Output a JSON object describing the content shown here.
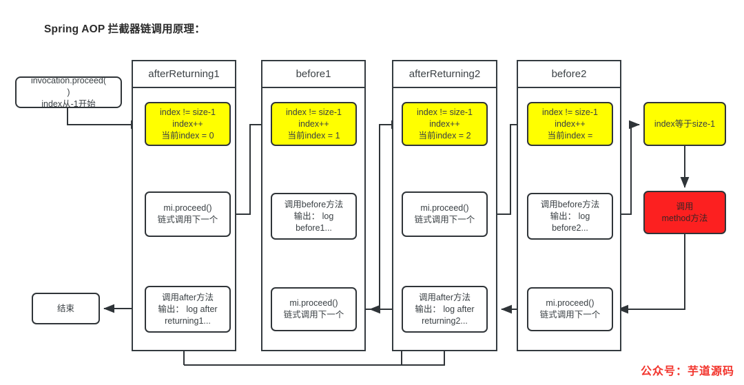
{
  "title": "Spring AOP 拦截器链调用原理：",
  "watermark": "公众号：芋道源码",
  "colors": {
    "condition_fill": "#ffff00",
    "terminal_fill": "#fc2020",
    "stroke": "#2f3438",
    "watermark": "#f2342c"
  },
  "lanes": [
    {
      "id": "lane-afterreturning1",
      "label": "afterReturning1"
    },
    {
      "id": "lane-before1",
      "label": "before1"
    },
    {
      "id": "lane-afterreturning2",
      "label": "afterReturning2"
    },
    {
      "id": "lane-before2",
      "label": "before2"
    }
  ],
  "nodes": {
    "entry": "invocation.proceed(\n)\nindex从-1开始",
    "end": "结束",
    "ar1_cond": "index != size-1\nindex++\n当前index = 0",
    "ar1_proceed": "mi.proceed()\n链式调用下一个",
    "ar1_after": "调用after方法\n输出： log after\nreturning1...",
    "b1_cond": "index != size-1\nindex++\n当前index = 1",
    "b1_before": "调用before方法\n输出： log\nbefore1...",
    "b1_proceed": "mi.proceed()\n链式调用下一个",
    "ar2_cond": "index != size-1\nindex++\n当前index = 2",
    "ar2_proceed": "mi.proceed()\n链式调用下一个",
    "ar2_after": "调用after方法\n输出： log after\nreturning2...",
    "b2_cond": "index != size-1\nindex++\n当前index =",
    "b2_before": "调用before方法\n输出： log\nbefore2...",
    "b2_proceed": "mi.proceed()\n链式调用下一个",
    "final_cond": "index等于size-1",
    "invoke_method": "调用\nmethod方法"
  }
}
